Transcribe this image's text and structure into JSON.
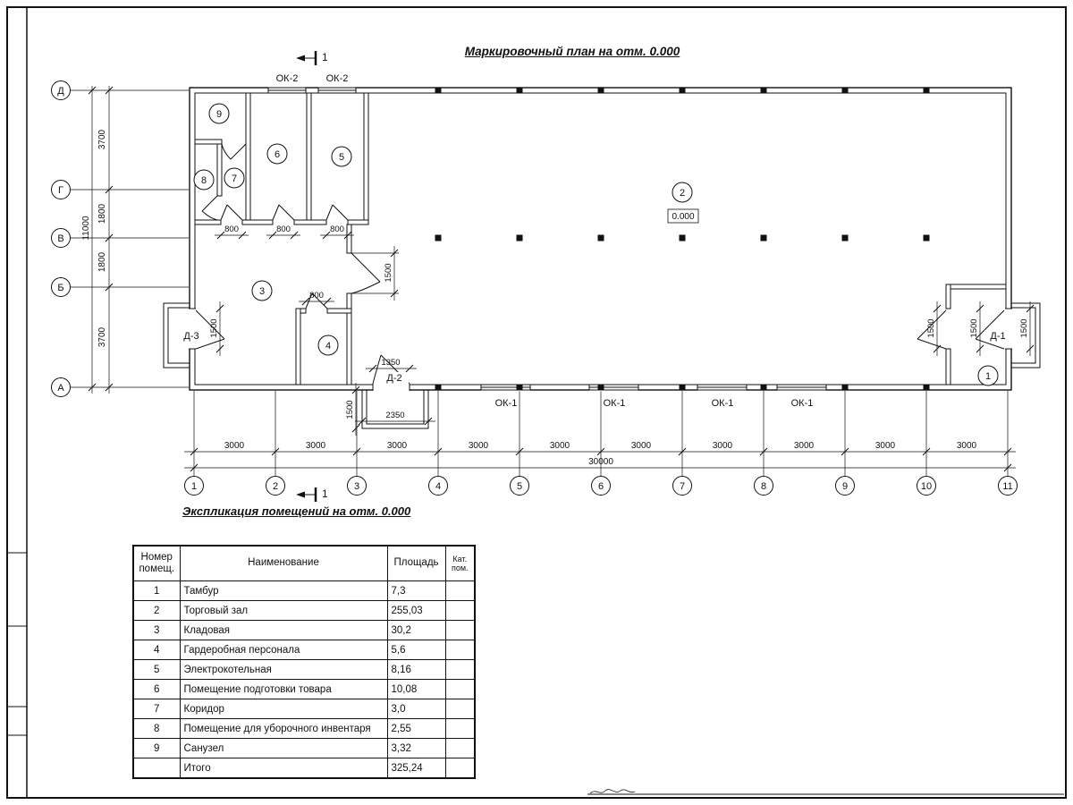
{
  "page": {
    "title": "Маркировочный план на отм. 0.000",
    "table_title": "Экспликация помещений на отм. 0.000"
  },
  "plan": {
    "axes_rows": [
      "Д",
      "Г",
      "В",
      "Б",
      "А"
    ],
    "axes_cols": [
      "1",
      "2",
      "3",
      "4",
      "5",
      "6",
      "7",
      "8",
      "9",
      "10",
      "11"
    ],
    "left_dims": [
      "3700",
      "1800",
      "1800",
      "3700"
    ],
    "left_total": "11000",
    "bottom_dims": [
      "3000",
      "3000",
      "3000",
      "3000",
      "3000",
      "3000",
      "3000",
      "3000",
      "3000",
      "3000"
    ],
    "bottom_total": "30000",
    "rooms": [
      "1",
      "2",
      "3",
      "4",
      "5",
      "6",
      "7",
      "8",
      "9"
    ],
    "windows_top": [
      "ОК-2",
      "ОК-2"
    ],
    "windows_bottom": [
      "ОК-1",
      "ОК-1",
      "ОК-1",
      "ОК-1"
    ],
    "doors": {
      "d1": "Д-1",
      "d2": "Д-2",
      "d3": "Д-3"
    },
    "elevation": "0.000",
    "section": "1",
    "inner_dims": {
      "door800s": [
        "800",
        "800",
        "800",
        "800"
      ],
      "d2_width": "1350",
      "d2_porch": "2350",
      "d2_depth": "1500",
      "hall_door": "1500",
      "d3_width": "1500",
      "d1_dims": [
        "1500",
        "1500",
        "1500"
      ]
    }
  },
  "table": {
    "headers": {
      "num": "Номер помещ.",
      "name": "Наименование",
      "area": "Площадь",
      "cat": "Кат. пом."
    },
    "rows": [
      {
        "num": "1",
        "name": "Тамбур",
        "area": "7,3",
        "cat": ""
      },
      {
        "num": "2",
        "name": "Торговый зал",
        "area": "255,03",
        "cat": ""
      },
      {
        "num": "3",
        "name": "Кладовая",
        "area": "30,2",
        "cat": ""
      },
      {
        "num": "4",
        "name": "Гардеробная персонала",
        "area": "5,6",
        "cat": ""
      },
      {
        "num": "5",
        "name": "Электрокотельная",
        "area": "8,16",
        "cat": ""
      },
      {
        "num": "6",
        "name": "Помещение подготовки товара",
        "area": "10,08",
        "cat": ""
      },
      {
        "num": "7",
        "name": "Коридор",
        "area": "3,0",
        "cat": ""
      },
      {
        "num": "8",
        "name": "Помещение для уборочного инвентаря",
        "area": "2,55",
        "cat": ""
      },
      {
        "num": "9",
        "name": "Санузел",
        "area": "3,32",
        "cat": ""
      },
      {
        "num": "",
        "name": "Итого",
        "area": "325,24",
        "cat": ""
      }
    ]
  }
}
